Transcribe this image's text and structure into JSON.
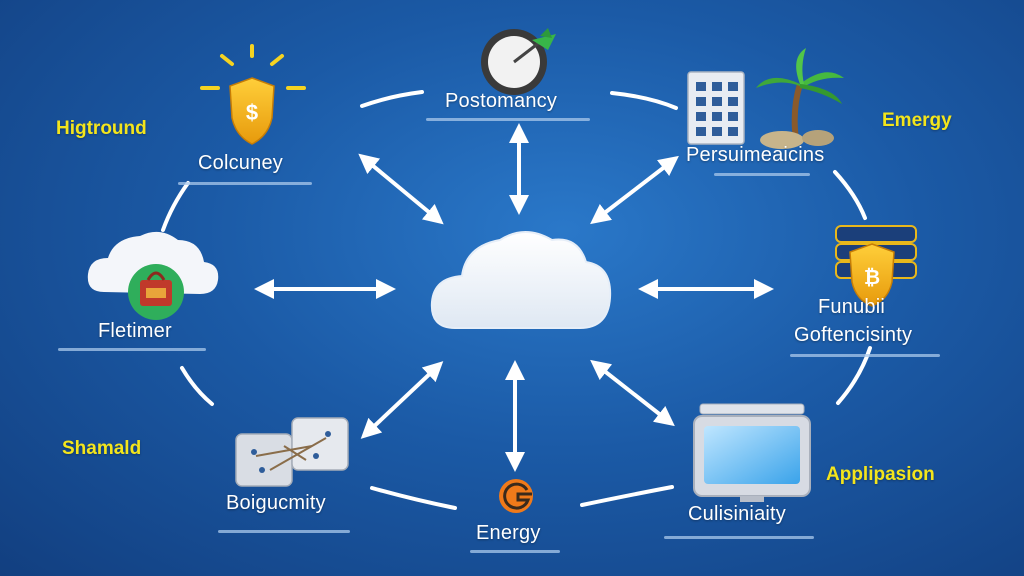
{
  "hub": {
    "icon": "cloud-icon"
  },
  "nodes": {
    "top_left": {
      "label": "Colcuney",
      "icon": "shield-dollar-icon"
    },
    "top_center": {
      "label": "Postomancy",
      "icon": "gauge-icon"
    },
    "top_right": {
      "label": "Persuimeaicins",
      "icon": "building-palm-icon"
    },
    "mid_left": {
      "label": "Fletimer",
      "icon": "cloud-bag-icon"
    },
    "mid_right": {
      "label_line1": "Funubii",
      "label_line2": "Goftencisinty",
      "icon": "shield-bitcoin-icon"
    },
    "bottom_left": {
      "label": "Boigucmity",
      "icon": "circuit-blocks-icon"
    },
    "bottom_center": {
      "label": "Energy",
      "icon": "g-logo-icon"
    },
    "bottom_right": {
      "label": "Culisiniaity",
      "icon": "monitor-icon"
    }
  },
  "side_labels": {
    "higtround": "Higtround",
    "emergy": "Emergy",
    "shamald": "Shamald",
    "applipasion": "Applipasion"
  },
  "colors": {
    "background": "#1b5aa6",
    "accent_yellow": "#f3e51c",
    "arrow": "#ffffff"
  }
}
